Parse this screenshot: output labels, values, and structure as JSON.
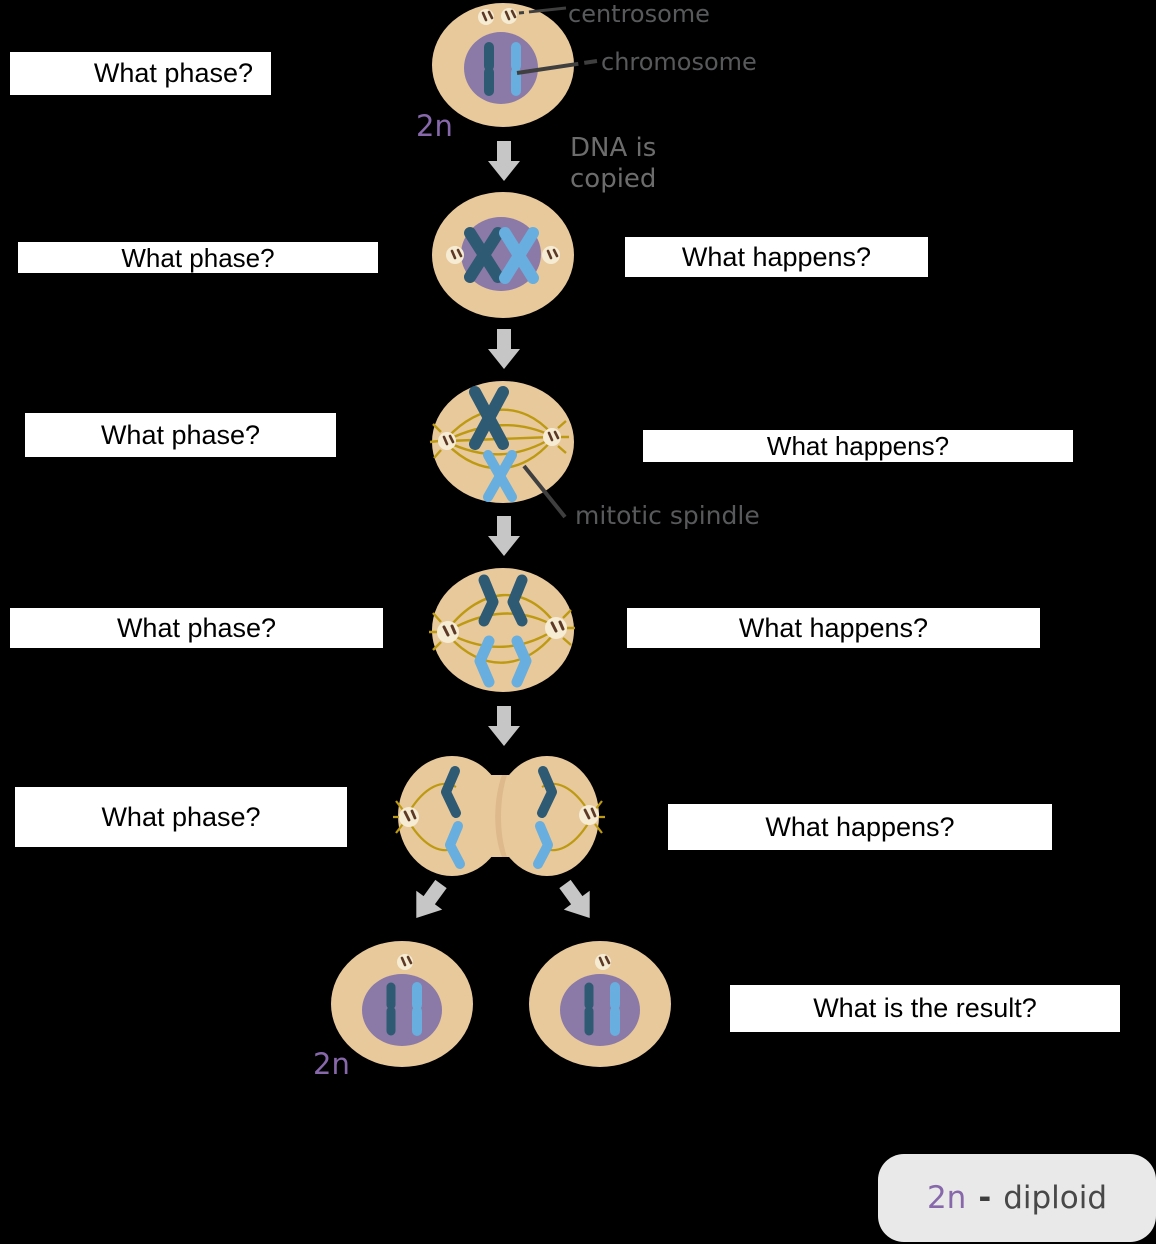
{
  "boxes": {
    "phase1": "What phase?",
    "phase2": "What phase?",
    "phase3": "What phase?",
    "phase4": "What phase?",
    "phase5": "What phase?",
    "happens2": "What happens?",
    "happens3": "What happens?",
    "happens4": "What happens?",
    "happens5": "What happens?",
    "result": "What is the result?"
  },
  "labels": {
    "centrosome": "centrosome",
    "chromosome": "chromosome",
    "dna_copied_line1": "DNA is",
    "dna_copied_line2": "copied",
    "mitotic_spindle": "mitotic spindle",
    "ploidy_top": "2n",
    "ploidy_bottom": "2n"
  },
  "legend": {
    "symbol": "2n",
    "separator": "-",
    "meaning": "diploid"
  },
  "colors": {
    "background": "#000000",
    "cell": "#e8c99b",
    "cellNeck": "#ddb98c",
    "nucleus": "#8b79a7",
    "chromDark": "#2e5a74",
    "chromLight": "#68aede",
    "centrosomeFill": "#f6ecd4",
    "centrosomeMark": "#5d3a28",
    "spindle": "#bd9a12",
    "arrow": "#c6c6c6",
    "boxBg": "#ffffff",
    "boxText": "#000000",
    "labelGray": "#58595b",
    "dnaGray": "#6c6c6c",
    "ploidyPurple": "#8768aa",
    "legendBg": "#e9e9e9",
    "legendText": "#484848",
    "pointer": "#3f3f3f"
  }
}
